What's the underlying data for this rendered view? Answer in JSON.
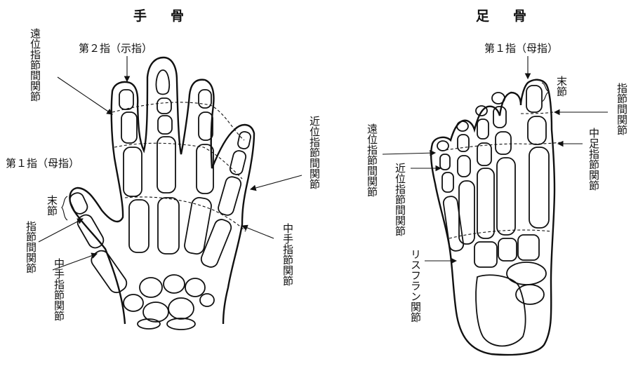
{
  "hand": {
    "title": "手骨",
    "second_finger": "第２指（示指）",
    "first_finger": "第１指（母指）",
    "distal_ip": "遠位指節間関節",
    "proximal_ip": "近位指節間関節",
    "distal_phalanx": "末節",
    "thumb_ip": "指節間関節",
    "mcp_left": "中手指節関節",
    "mcp_right": "中手指節関節"
  },
  "foot": {
    "title": "足骨",
    "first_toe": "第１指（母指）",
    "distal_phalanx": "末節",
    "toe_ip": "指節間関節",
    "mtp": "中足指節関節",
    "distal_ip": "遠位指節間関節",
    "proximal_ip": "近位指節間関節",
    "lisfranc": "リスフラン関節"
  }
}
